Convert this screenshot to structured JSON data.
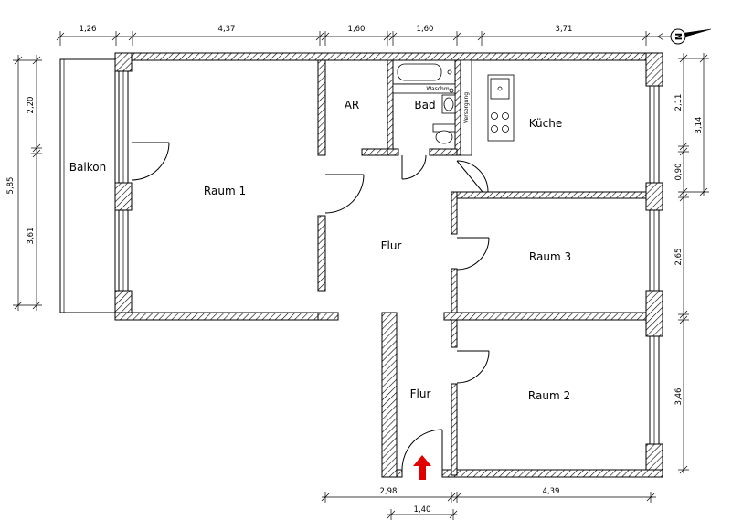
{
  "rooms": {
    "balkon": "Balkon",
    "raum1": "Raum 1",
    "ar": "AR",
    "bad": "Bad",
    "kueche": "Küche",
    "flur_top": "Flur",
    "raum3": "Raum 3",
    "flur_bottom": "Flur",
    "raum2": "Raum 2"
  },
  "fixtures": {
    "waschm": "Waschm.",
    "versorgung": "Versorgung"
  },
  "dimensions": {
    "top": [
      "1,26",
      "4,37",
      "1,60",
      "1,60",
      "3,71"
    ],
    "left_outer": "5,85",
    "left_inner": [
      "2,20",
      "3,61"
    ],
    "right_inner": [
      "2,11",
      "0,90",
      "2,65",
      "3,46"
    ],
    "right_outer": "3,14",
    "bottom": [
      "2,98",
      "4,39"
    ],
    "bottom_door": "1,40"
  },
  "compass": {
    "letter": "N"
  },
  "colors": {
    "entrance_arrow": "#e00000",
    "wall": "#000000"
  }
}
